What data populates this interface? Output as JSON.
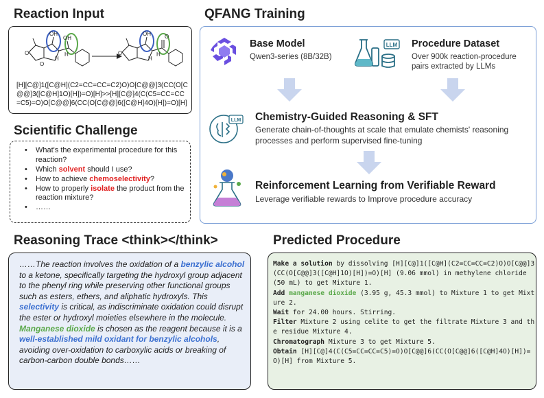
{
  "headings": {
    "reaction_input": "Reaction Input",
    "scientific_challenge": "Scientific Challenge",
    "qfang_training": "QFANG Training",
    "reasoning_trace": "Reasoning Trace <think></think>",
    "predicted_procedure": "Predicted Procedure"
  },
  "reaction": {
    "smiles": "[H][C@]1([C@H](C2=CC=CC=C2)O)O[C@@]3(CC(O[C@@]3([C@H]1O)[H])=O)[H]>>[H][C@]4(C(C5=CC=CC=C5)=O)O[C@@]6(CC(O[C@@]6([C@H]4O)[H])=O)[H]",
    "atom_labels": [
      "O",
      "OH",
      "OH",
      "H",
      "H",
      "O",
      "O",
      "OH",
      "H",
      "H",
      "O"
    ]
  },
  "challenge": {
    "q1": "What's the experimental procedure for this reaction?",
    "q2_pre": "Which ",
    "q2_hl": "solvent",
    "q2_post": " should I use?",
    "q3_pre": "How to achieve ",
    "q3_hl": "chemoselectivity",
    "q3_post": "?",
    "q4_pre": "How to properly ",
    "q4_hl": "isolate",
    "q4_post": " the product from the reaction mixture?",
    "q5": "……"
  },
  "training": {
    "base_model_title": "Base Model",
    "base_model_sub": "Qwen3-series (8B/32B)",
    "dataset_title": "Procedure Dataset",
    "dataset_sub": "Over 900k reaction-procedure pairs extracted by LLMs",
    "llm_badge": "LLM",
    "sft_title": "Chemistry-Guided Reasoning & SFT",
    "sft_sub": "Generate chain-of-thoughts at scale that emulate chemists' reasoning processes and perform supervised fine-tuning",
    "sft_badge": "LLM",
    "rl_title": "Reinforcement Learning from Verifiable Reward",
    "rl_sub": "Leverage verifiable rewards to Improve procedure accuracy"
  },
  "trace": {
    "p1": "……The reaction involves the oxidation of a ",
    "h1": "benzylic alcohol",
    "p2": " to a ketone, specifically targeting the hydroxyl group adjacent to the phenyl ring while preserving other functional groups such as esters, ethers, and aliphatic hydroxyls. This ",
    "h2": "selectivity",
    "p3": " is critical, as indiscriminate oxidation could disrupt the ester or hydroxyl moieties elsewhere in the molecule. ",
    "h3": "Manganese dioxide",
    "p4": " is chosen as the reagent because it is a ",
    "h4": "well-established mild oxidant for benzylic alcohols",
    "p5": ", avoiding over-oxidation to carboxylic acids or breaking of carbon-carbon double bonds……"
  },
  "procedure": {
    "s1_bold": "Make a solution",
    "s1_text": " by dissolving [H][C@]1([C@H](C2=CC=CC=C2)O)O[C@@]3(CC(O[C@@]3([C@H]1O)[H])=O)[H] (9.06 mmol) in methylene chloride (50 mL) to get Mixture 1.",
    "s2_bold": "Add",
    "s2_green": " manganese dioxide",
    "s2_text": " (3.95 g, 45.3 mmol) to Mixture 1 to get Mixture 2.",
    "s3_bold": "Wait",
    "s3_text": " for 24.00 hours. Stirring.",
    "s4_bold": "Filter",
    "s4_text": " Mixture 2 using celite to get the filtrate Mixture 3 and the residue Mixture 4.",
    "s5_bold": "Chromatograph",
    "s5_text": " Mixture 3 to get Mixture 5.",
    "s6_bold": "Obtain",
    "s6_text": " [H][C@]4(C(C5=CC=CC=C5)=O)O[C@@]6(CC(O[C@@]6([C@H]4O)[H])=O)[H] from Mixture 5."
  },
  "colors": {
    "highlight_red": "#e02020",
    "highlight_blue": "#3b6fd0",
    "highlight_green": "#5aa84a",
    "training_border": "#7a9ed6",
    "arrow": "#c9d5ee",
    "trace_bg": "#e9eef8",
    "procedure_bg": "#e8f1e4"
  },
  "icons": [
    "qwen-logo-icon",
    "flask-database-icon",
    "brain-chip-icon",
    "brain-flask-icon",
    "down-arrow-icon",
    "reaction-arrow-icon"
  ]
}
